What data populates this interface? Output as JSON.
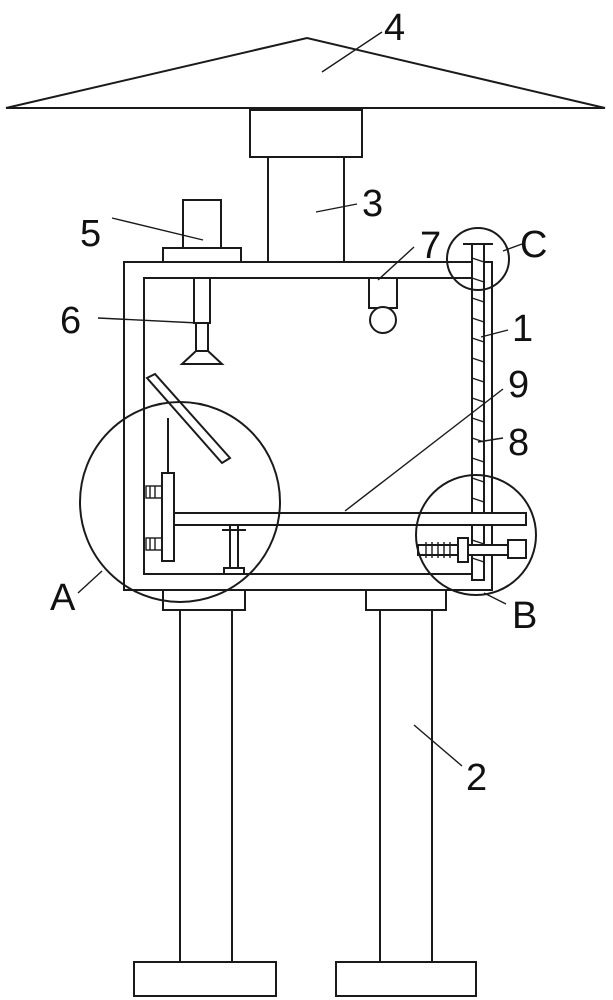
{
  "labels": {
    "n1": "1",
    "n2": "2",
    "n3": "3",
    "n4": "4",
    "n5": "5",
    "n6": "6",
    "n7": "7",
    "n8": "8",
    "n9": "9",
    "a": "A",
    "b": "B",
    "c": "C"
  }
}
